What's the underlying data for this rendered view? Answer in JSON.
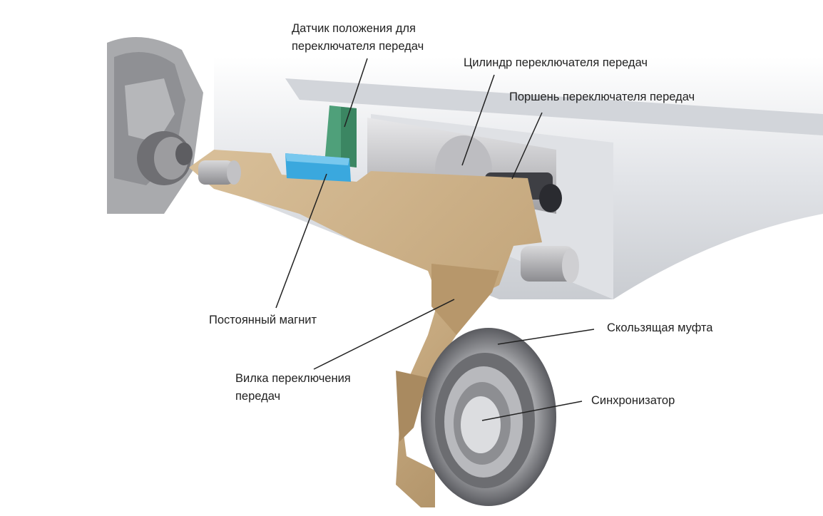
{
  "labels": {
    "sensor_line1": "Датчик положения для",
    "sensor_line2": "переключателя передач",
    "cylinder": "Цилиндр переключателя передач",
    "piston": "Поршень переключателя передач",
    "magnet": "Постоянный магнит",
    "fork_line1": "Вилка переключения",
    "fork_line2": "передач",
    "sleeve": "Скользящая муфта",
    "synchronizer": "Синхронизатор"
  },
  "colors": {
    "fork": "#c9ad85",
    "sensor": "#4fa07a",
    "magnet": "#3aa8de",
    "cylinder": "#c9c9cb",
    "housing": "#e4e6ea",
    "leader": "#222222"
  }
}
